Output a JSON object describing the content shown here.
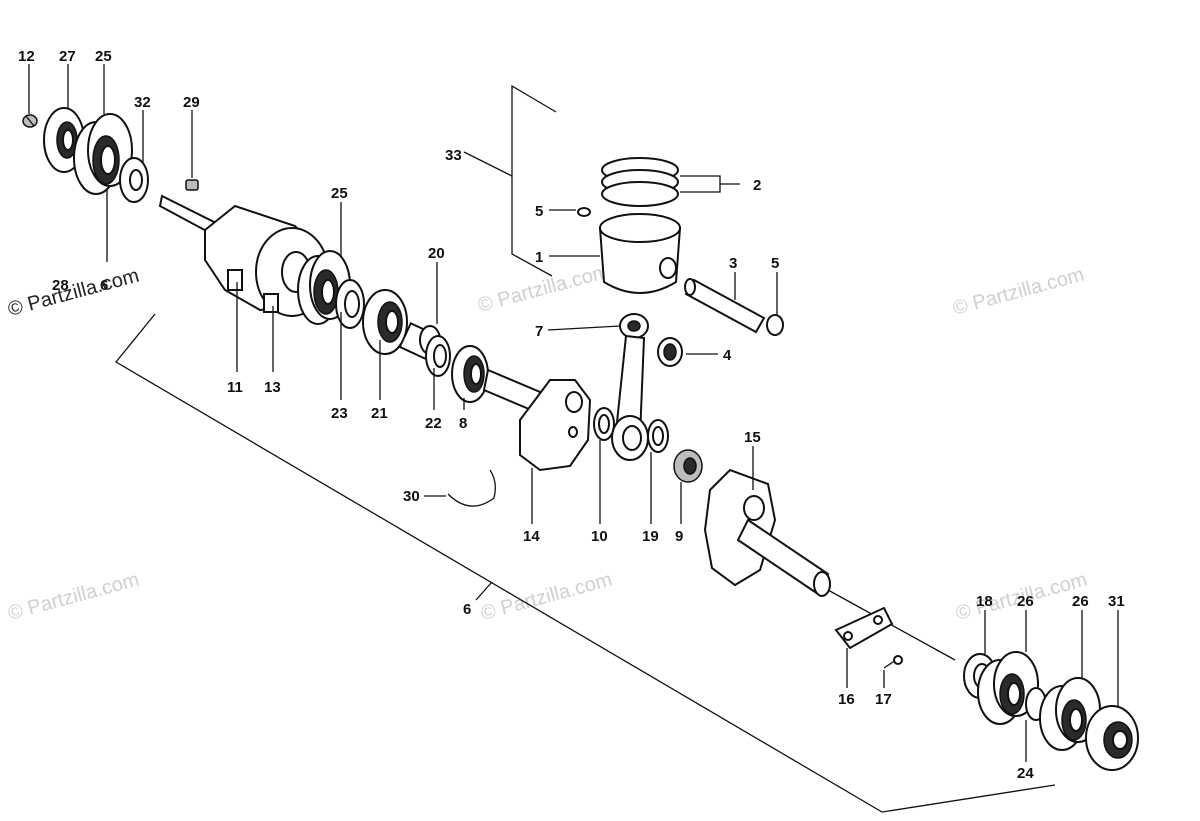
{
  "diagram": {
    "watermark_text": "© Partzilla.com",
    "callouts": [
      {
        "id": "c12",
        "text": "12"
      },
      {
        "id": "c27",
        "text": "27"
      },
      {
        "id": "c25a",
        "text": "25"
      },
      {
        "id": "c32",
        "text": "32"
      },
      {
        "id": "c29",
        "text": "29"
      },
      {
        "id": "c28",
        "text": "28"
      },
      {
        "id": "c6a",
        "text": "6"
      },
      {
        "id": "c33",
        "text": "33"
      },
      {
        "id": "c2",
        "text": "2"
      },
      {
        "id": "c5a",
        "text": "5"
      },
      {
        "id": "c1",
        "text": "1"
      },
      {
        "id": "c3",
        "text": "3"
      },
      {
        "id": "c5b",
        "text": "5"
      },
      {
        "id": "c25b",
        "text": "25"
      },
      {
        "id": "c20",
        "text": "20"
      },
      {
        "id": "c7",
        "text": "7"
      },
      {
        "id": "c4",
        "text": "4"
      },
      {
        "id": "c11",
        "text": "11"
      },
      {
        "id": "c13",
        "text": "13"
      },
      {
        "id": "c23",
        "text": "23"
      },
      {
        "id": "c21",
        "text": "21"
      },
      {
        "id": "c22",
        "text": "22"
      },
      {
        "id": "c8",
        "text": "8"
      },
      {
        "id": "c15",
        "text": "15"
      },
      {
        "id": "c30",
        "text": "30"
      },
      {
        "id": "c14",
        "text": "14"
      },
      {
        "id": "c10",
        "text": "10"
      },
      {
        "id": "c19",
        "text": "19"
      },
      {
        "id": "c9",
        "text": "9"
      },
      {
        "id": "c6b",
        "text": "6"
      },
      {
        "id": "c18",
        "text": "18"
      },
      {
        "id": "c26a",
        "text": "26"
      },
      {
        "id": "c26b",
        "text": "26"
      },
      {
        "id": "c31",
        "text": "31"
      },
      {
        "id": "c16",
        "text": "16"
      },
      {
        "id": "c17",
        "text": "17"
      },
      {
        "id": "c24",
        "text": "24"
      }
    ]
  }
}
